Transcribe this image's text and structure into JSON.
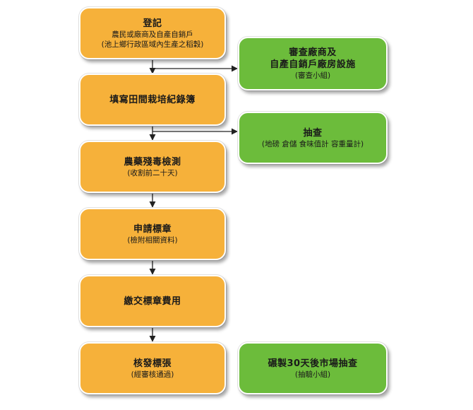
{
  "steps": [
    {
      "title": "登記",
      "lines": [
        "農民或廠商及自產自銷戶",
        "(池上鄉行政區域內生產之稻穀)"
      ]
    },
    {
      "title": "填寫田間栽培紀錄簿",
      "lines": []
    },
    {
      "title": "農藥殘毒檢測",
      "lines": [
        "(收割前二十天)"
      ]
    },
    {
      "title": "申請標章",
      "lines": [
        "(檢附相關資料)"
      ]
    },
    {
      "title": "繳交標章費用",
      "lines": []
    },
    {
      "title": "核發標張",
      "lines": [
        "(經審核通過)"
      ]
    }
  ],
  "side_steps": [
    {
      "title_lines": [
        "審查廠商及",
        "自產自銷戶廠房設施"
      ],
      "sub": "(審查小組)"
    },
    {
      "title_lines": [
        "抽查"
      ],
      "sub": "(地磅 倉儲 食味值計 容重量計)"
    },
    {
      "title_lines": [
        "碾製30天後市場抽查"
      ],
      "sub": "(抽驗小組)"
    }
  ],
  "colors": {
    "main_step": "#f6b13a",
    "side_step": "#6cbc3b",
    "arrow": "#222222"
  }
}
